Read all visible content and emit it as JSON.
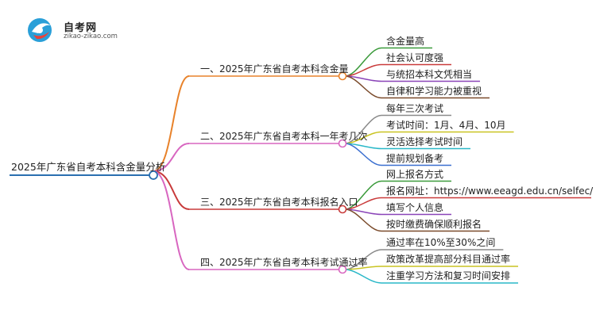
{
  "logo": {
    "title": "自考网",
    "url": "zikao-zikao.com"
  },
  "root": {
    "label": "2025年广东省自考本科含金量分析",
    "color": "#2a6fb0"
  },
  "branches": [
    {
      "label": "一、2025年广东省自考本科含金量",
      "color": "#e8822a",
      "leaves": [
        {
          "label": "含金量高",
          "color": "#3a9a3a"
        },
        {
          "label": "社会认可度强",
          "color": "#c93a3a"
        },
        {
          "label": "与统招本科文凭相当",
          "color": "#8a44b8"
        },
        {
          "label": "自律和学习能力被重视",
          "color": "#7a4a2a"
        }
      ]
    },
    {
      "label": "二、2025年广东省自考本科一年考几次",
      "color": "#d866c0",
      "leaves": [
        {
          "label": "每年三次考试",
          "color": "#8a8a8a"
        },
        {
          "label": "考试时间：1月、4月、10月",
          "color": "#c9c422"
        },
        {
          "label": "灵活选择考试时间",
          "color": "#2ab8c8"
        },
        {
          "label": "提前规划备考",
          "color": "#3a6fd0"
        }
      ]
    },
    {
      "label": "三、2025年广东省自考本科报名入口",
      "color": "#c83a3a",
      "leaves": [
        {
          "label": "网上报名方式",
          "color": "#3a9a3a"
        },
        {
          "label": "报名网址：https://www.eeagd.edu.cn/selfec/",
          "color": "#c93a3a"
        },
        {
          "label": "填写个人信息",
          "color": "#8a44b8"
        },
        {
          "label": "按时缴费确保顺利报名",
          "color": "#7a4a2a"
        }
      ]
    },
    {
      "label": "四、2025年广东省自考本科考试通过率",
      "color": "#d866c0",
      "leaves": [
        {
          "label": "通过率在10%至30%之间",
          "color": "#8a8a8a"
        },
        {
          "label": "政策改革提高部分科目通过率",
          "color": "#c9c422"
        },
        {
          "label": "注重学习方法和复习时间安排",
          "color": "#2ab8c8"
        }
      ]
    }
  ]
}
